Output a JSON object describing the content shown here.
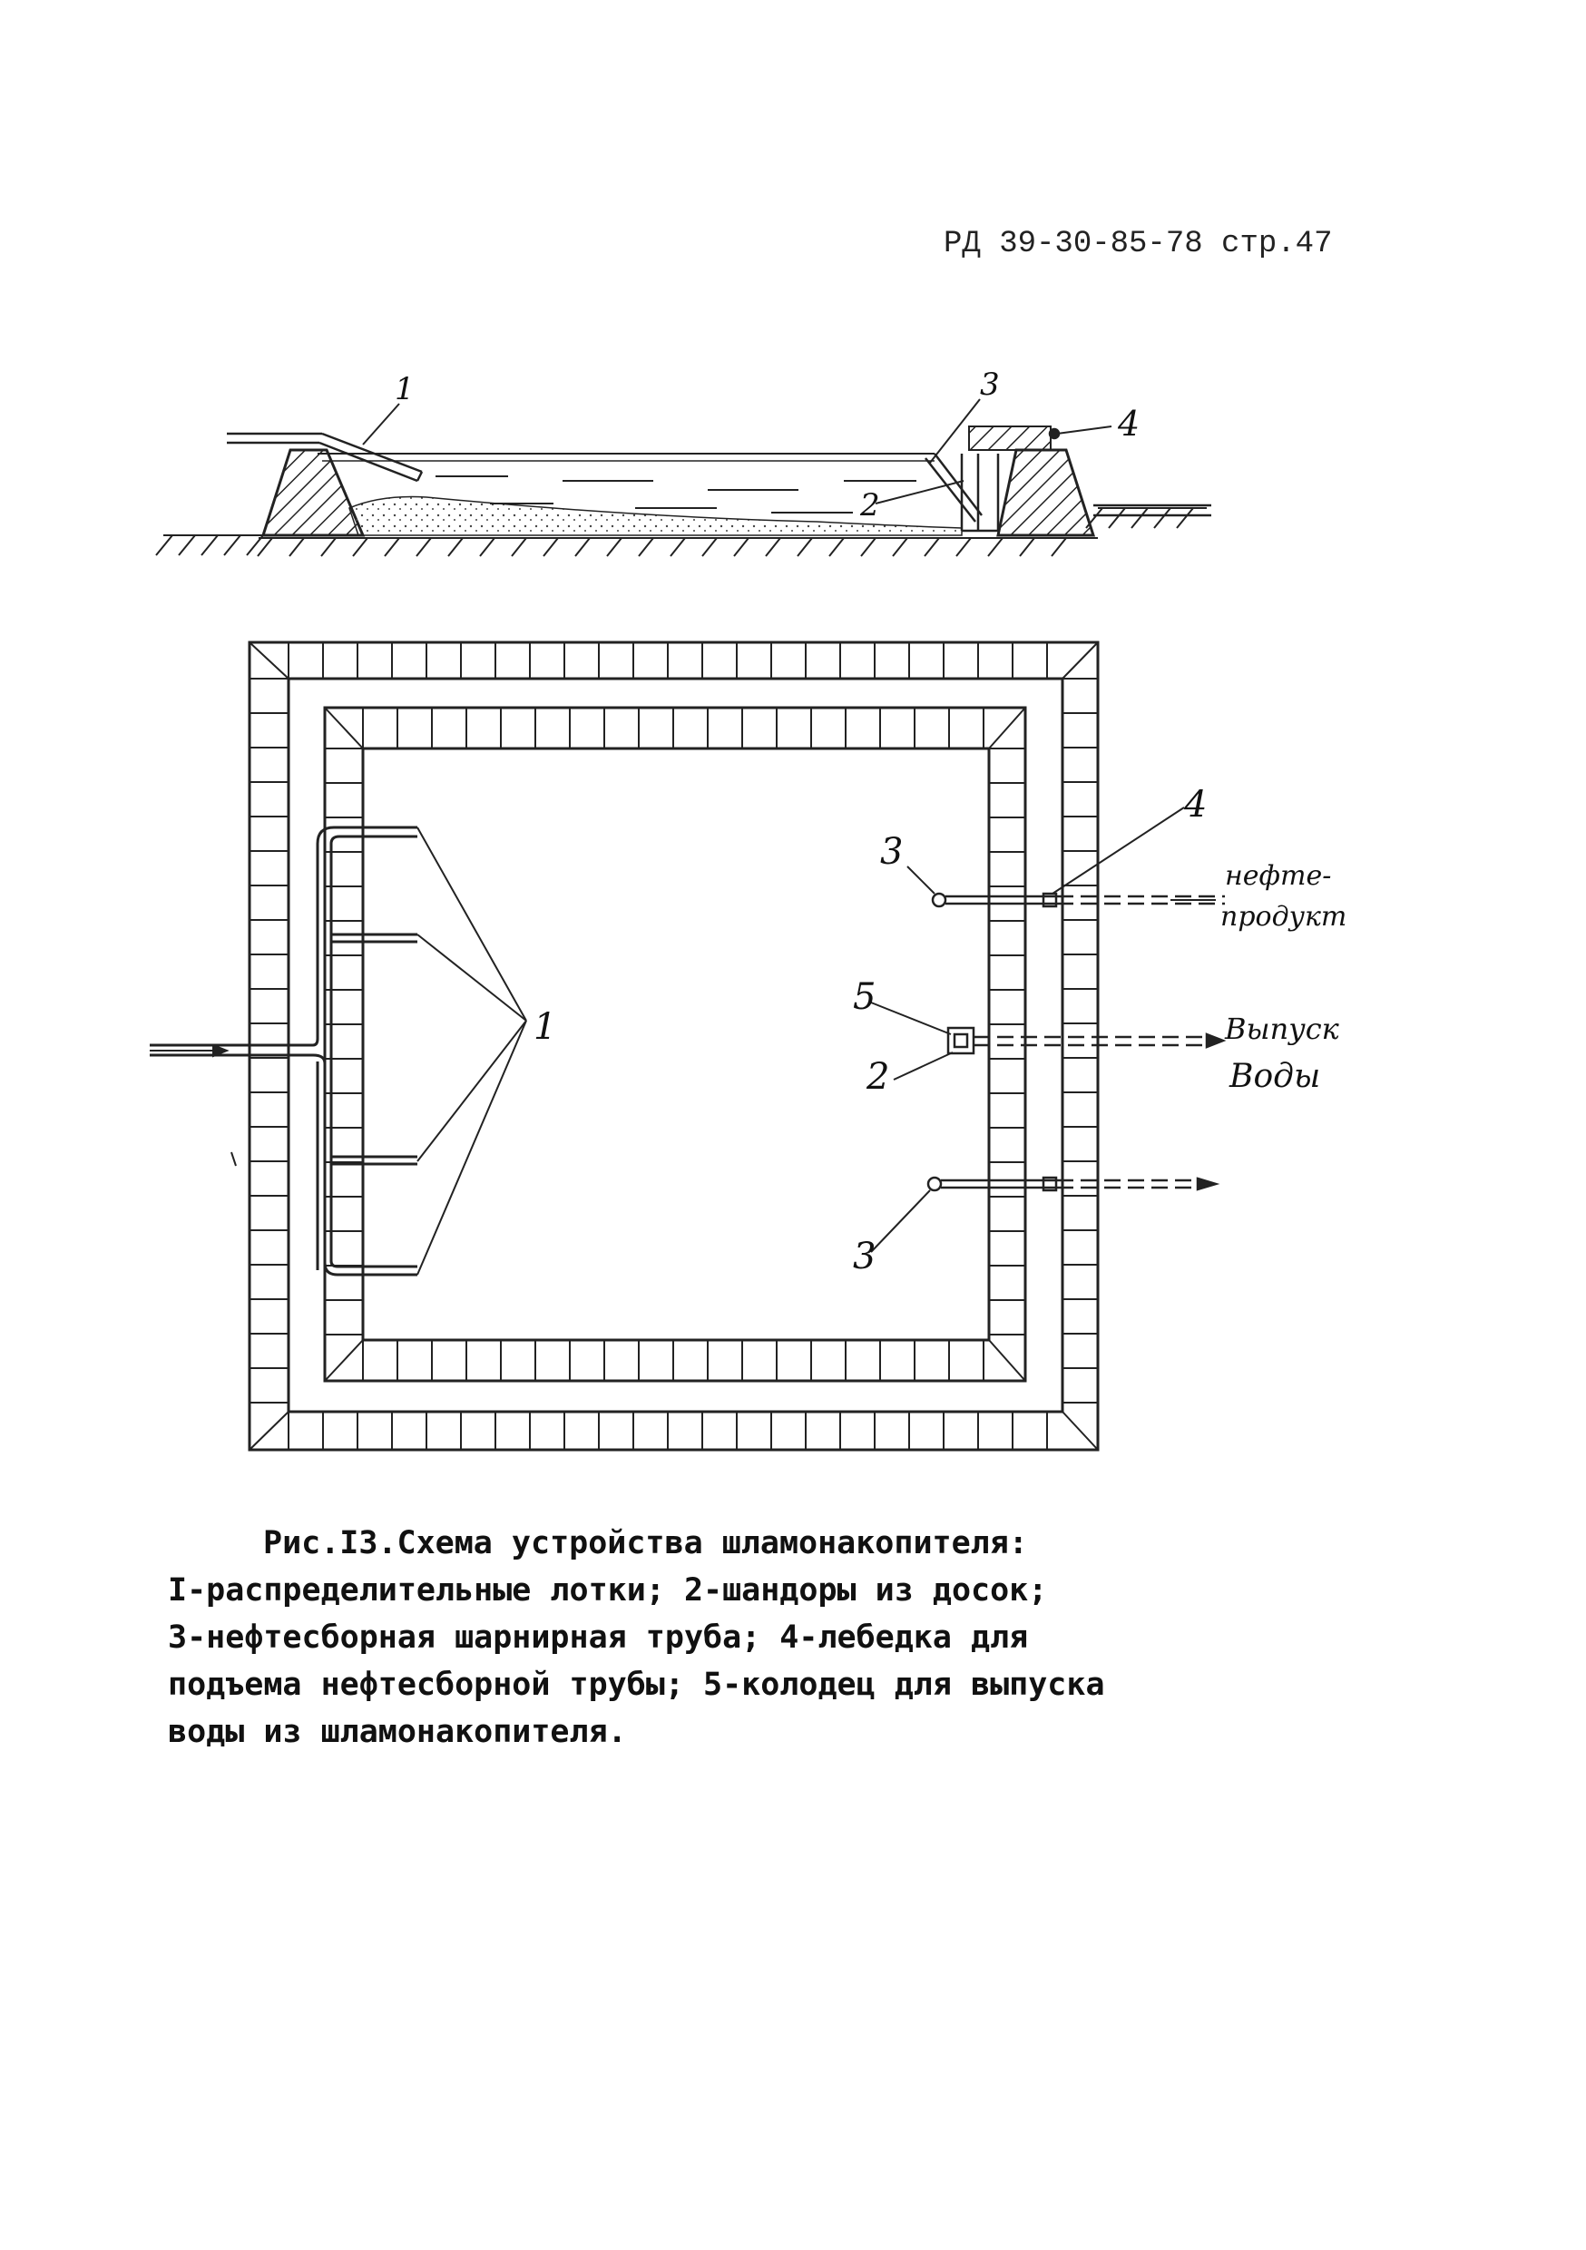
{
  "header": {
    "doc_ref": "РД 39-30-85-78 стр.47"
  },
  "figure": {
    "section_labels": {
      "n1": "1",
      "n2": "2",
      "n3": "3",
      "n4": "4"
    },
    "plan_labels": {
      "n1": "1",
      "n2": "2",
      "n3a": "3",
      "n3b": "3",
      "n4": "4",
      "n5": "5",
      "oil_line1": "нефте-",
      "oil_line2": "продукт",
      "water_line1": "Выпуск",
      "water_line2": "Воды"
    }
  },
  "caption": {
    "line1": "Рис.I3.Схема устройства шламонакопителя:",
    "line2": "I-распределительные лотки; 2-шандоры из досок;",
    "line3": "3-нефтесборная шарнирная труба; 4-лебедка для",
    "line4": "подъема нефтесборной трубы; 5-колодец для выпуска",
    "line5": "воды из шламонакопителя."
  }
}
